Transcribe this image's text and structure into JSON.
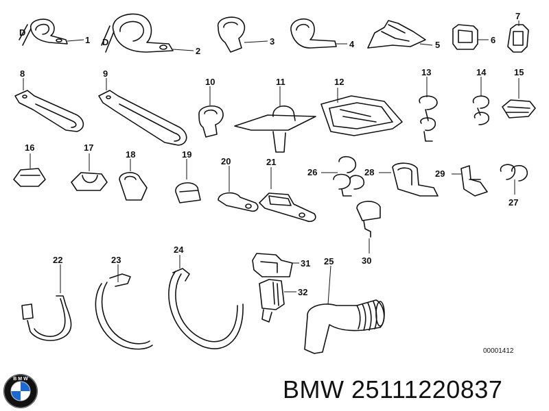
{
  "diagram": {
    "callouts": [
      "1",
      "2",
      "3",
      "4",
      "5",
      "6",
      "7",
      "8",
      "9",
      "10",
      "11",
      "12",
      "13",
      "14",
      "15",
      "16",
      "17",
      "18",
      "19",
      "20",
      "21",
      "22",
      "23",
      "24",
      "25",
      "26",
      "27",
      "28",
      "29",
      "30",
      "31",
      "32"
    ],
    "dimension_label": "D",
    "drawing_code": "00001412"
  },
  "footer": {
    "brand": "BMW",
    "part_number": "25111220837",
    "logo_text": "B M W",
    "logo_colors": {
      "blue": "#1c69d4",
      "white": "#ffffff",
      "black": "#111111"
    }
  }
}
